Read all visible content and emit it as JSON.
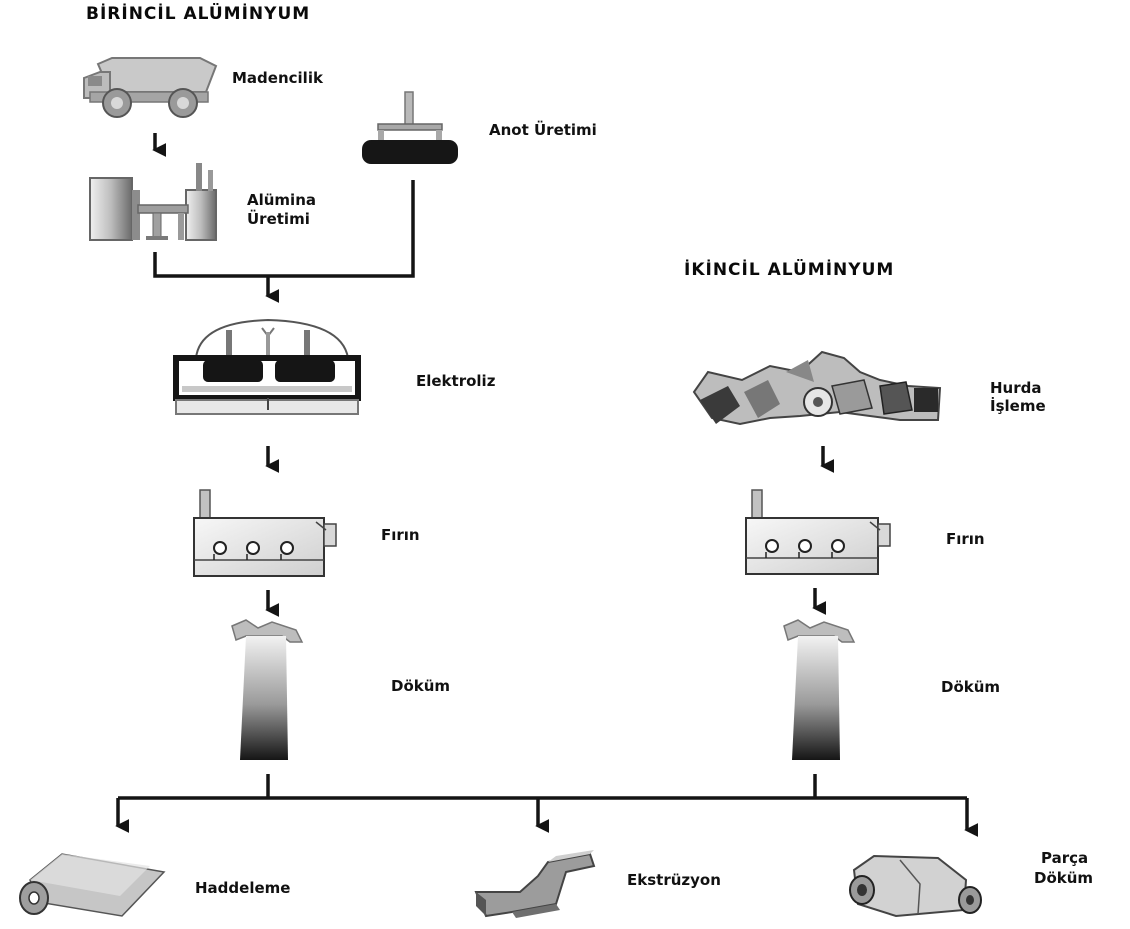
{
  "headers": {
    "primary": "BİRİNCİL ALÜMİNYUM",
    "secondary": "İKİNCİL ALÜMİNYUM"
  },
  "labels": {
    "mining": "Madencilik",
    "anode_line1": "Anot Üretimi",
    "alumina_line1": "Alümina",
    "alumina_line2": "Üretimi",
    "electrolysis": "Elektroliz",
    "scrap_line1": "Hurda",
    "scrap_line2": "İşleme",
    "furnace_left": "Fırın",
    "furnace_right": "Fırın",
    "casting_left": "Döküm",
    "casting_right": "Döküm",
    "rolling": "Haddeleme",
    "extrusion": "Ekstrüzyon",
    "part_line1": "Parça",
    "part_line2": "Döküm"
  },
  "colors": {
    "line": "#141414",
    "ink": "#111111",
    "metal_light": "#e2e2e2",
    "metal_dark": "#6a6a6a"
  }
}
